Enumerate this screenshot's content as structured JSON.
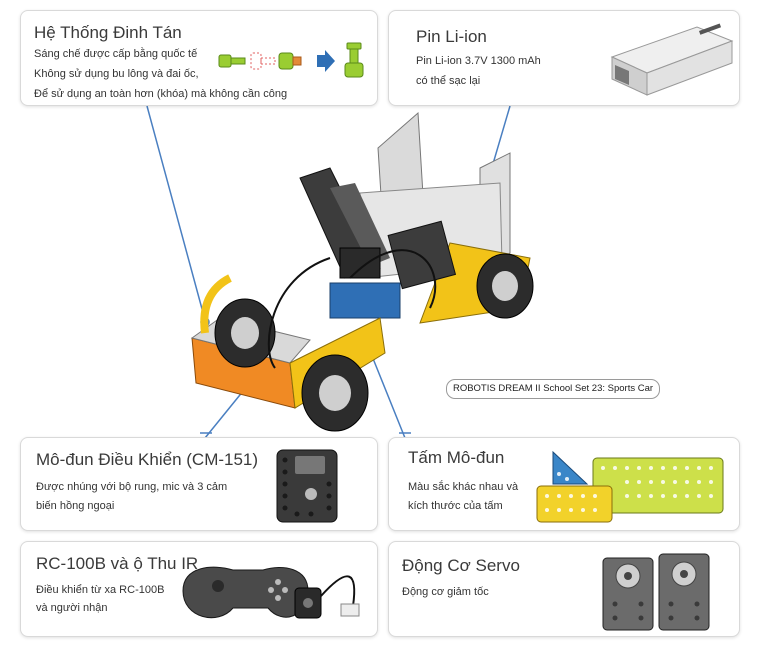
{
  "features": [
    {
      "id": "rivet",
      "title": "Hệ Thống Đinh Tán",
      "lines": [
        "Sáng chế được cấp bằng quốc tế",
        "Không sử dụng bu lông và đai ốc,",
        "Để sử dụng an toàn hơn (khóa) mà không cần công"
      ],
      "icon": "rivet-icon"
    },
    {
      "id": "battery",
      "title": "Pin Li-ion",
      "lines": [
        "Pin Li-ion 3.7V 1300 mAh",
        "có thể sạc lại"
      ],
      "icon": "battery-icon"
    },
    {
      "id": "controller",
      "title": "Mô-đun Điều Khiển (CM-151)",
      "lines": [
        "Được nhúng với bộ rung, mic và 3 cảm",
        "biến hồng ngoại"
      ],
      "icon": "controller-module-icon"
    },
    {
      "id": "frames",
      "title": "Tấm Mô-đun",
      "lines": [
        "Màu sắc khác nhau và",
        "kích thước của tấm"
      ],
      "icon": "frame-plates-icon"
    },
    {
      "id": "remote",
      "title": "RC-100B và ộ Thu IR",
      "lines": [
        "Điều khiển từ xa RC-100B",
        "và người nhận"
      ],
      "icon": "remote-controller-icon"
    },
    {
      "id": "servo",
      "title": "Động Cơ Servo",
      "lines": [
        "Động cơ giảm tốc"
      ],
      "icon": "servo-motor-icon"
    }
  ],
  "caption": "ROBOTIS DREAM II School Set 23: Sports Car",
  "colors": {
    "line": "#4a7fc1",
    "yellow": "#f2c318",
    "orange": "#f08a24",
    "blue": "#2f6fb5",
    "grey": "#d8d8d8",
    "dark": "#3c3c3c"
  }
}
